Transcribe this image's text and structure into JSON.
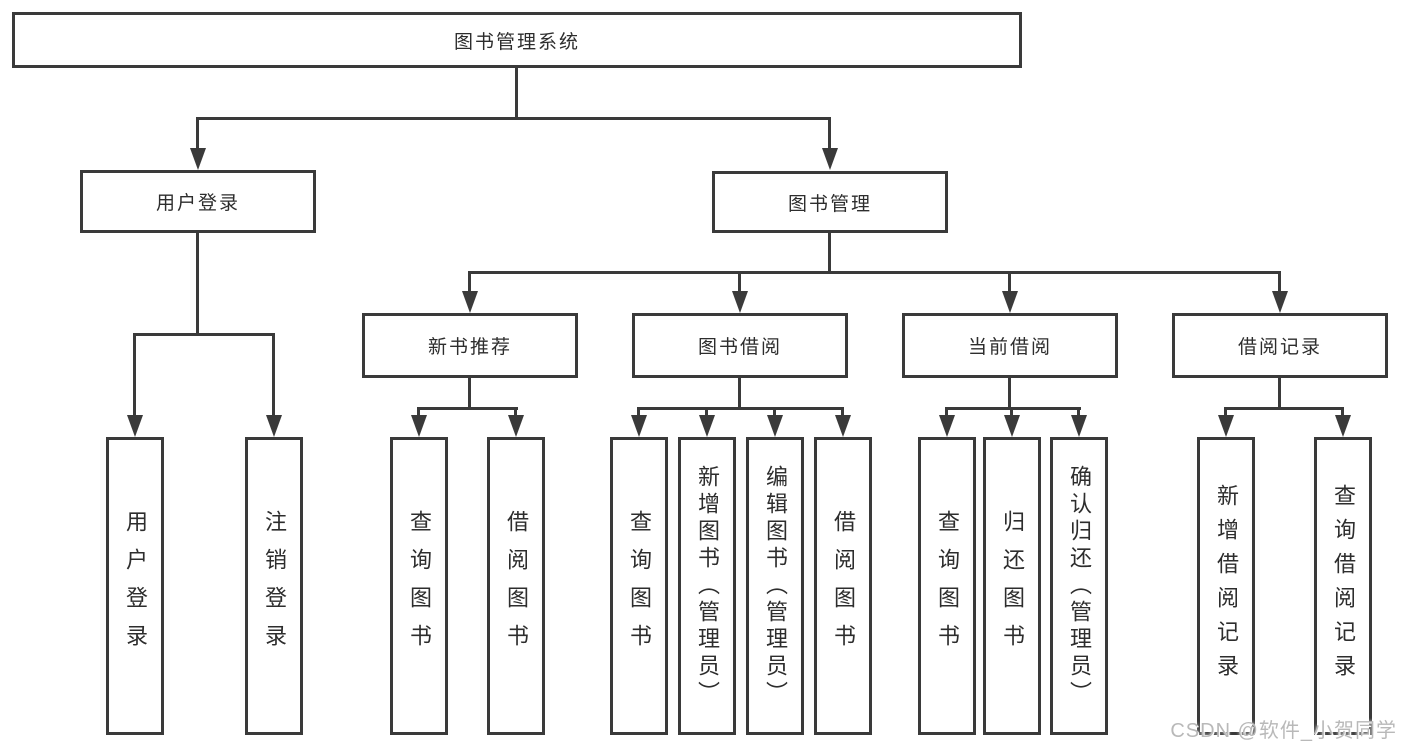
{
  "tree": {
    "label": "图书管理系统",
    "children": [
      {
        "label": "用户登录",
        "children": [
          {
            "label": "用户登录"
          },
          {
            "label": "注销登录"
          }
        ]
      },
      {
        "label": "图书管理",
        "children": [
          {
            "label": "新书推荐",
            "children": [
              {
                "label": "查询图书"
              },
              {
                "label": "借阅图书"
              }
            ]
          },
          {
            "label": "图书借阅",
            "children": [
              {
                "label": "查询图书"
              },
              {
                "label": "新增图书（管理员）"
              },
              {
                "label": "编辑图书（管理员）"
              },
              {
                "label": "借阅图书"
              }
            ]
          },
          {
            "label": "当前借阅",
            "children": [
              {
                "label": "查询图书"
              },
              {
                "label": "归还图书"
              },
              {
                "label": "确认归还（管理员）"
              }
            ]
          },
          {
            "label": "借阅记录",
            "children": [
              {
                "label": "新增借阅记录"
              },
              {
                "label": "查询借阅记录"
              }
            ]
          }
        ]
      }
    ]
  },
  "watermark": {
    "text": "CSDN @软件_小贺同学"
  },
  "colors": {
    "line": "#3a3a3a",
    "box_border": "#3a3a3a",
    "text": "#2d2d2d",
    "background": "#ffffff",
    "watermark": "#b9b9b9"
  }
}
